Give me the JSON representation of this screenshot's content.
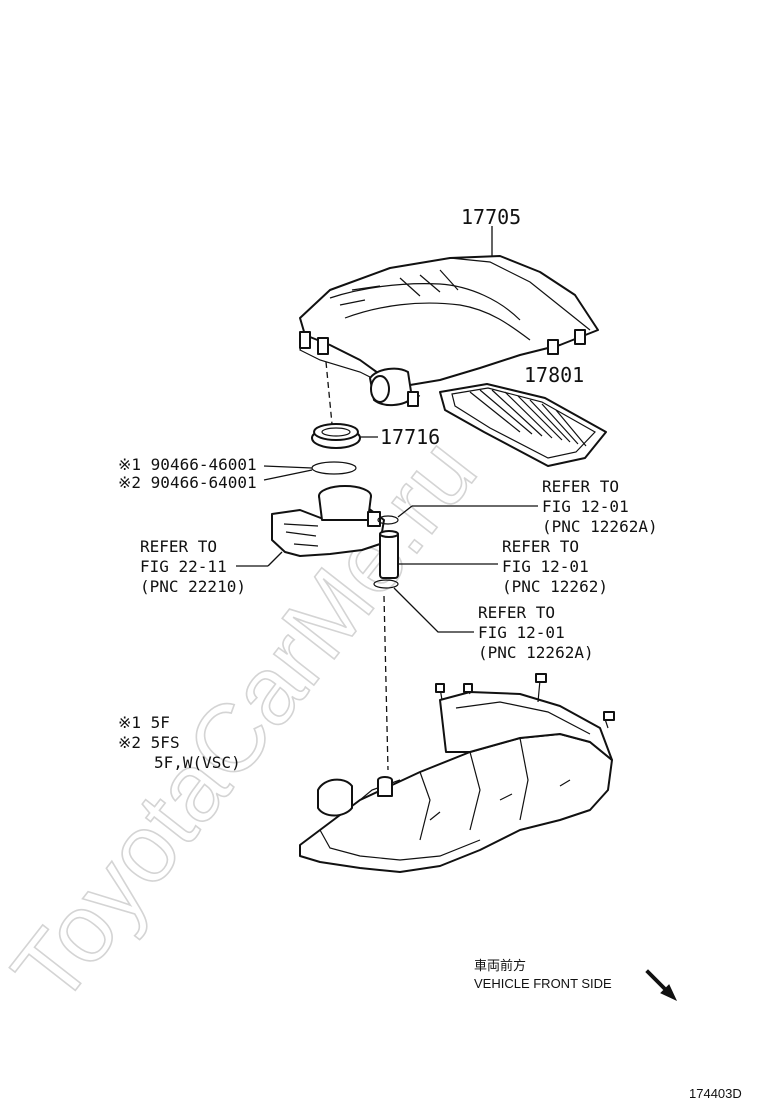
{
  "watermark": "ToyotaCarMe.ru",
  "parts": {
    "p17705": "17705",
    "p17801": "17801",
    "p17716": "17716"
  },
  "gasket_notes": [
    "※1 90466-46001",
    "※2 90466-64001"
  ],
  "refs": {
    "fig12_a": [
      "REFER TO",
      "FIG 12-01",
      "(PNC 12262A)"
    ],
    "fig22": [
      "REFER TO",
      "FIG 22-11",
      "(PNC 22210)"
    ],
    "fig12_b": [
      "REFER TO",
      "FIG 12-01",
      "(PNC 12262)"
    ],
    "fig12_c": [
      "REFER TO",
      "FIG 12-01",
      "(PNC 12262A)"
    ]
  },
  "legend": [
    "※1 5F",
    "※2 5FS",
    "5F,W(VSC)"
  ],
  "vehicle_front": {
    "jp": "車両前方",
    "en": "VEHICLE FRONT SIDE"
  },
  "figure_number": "174403D"
}
